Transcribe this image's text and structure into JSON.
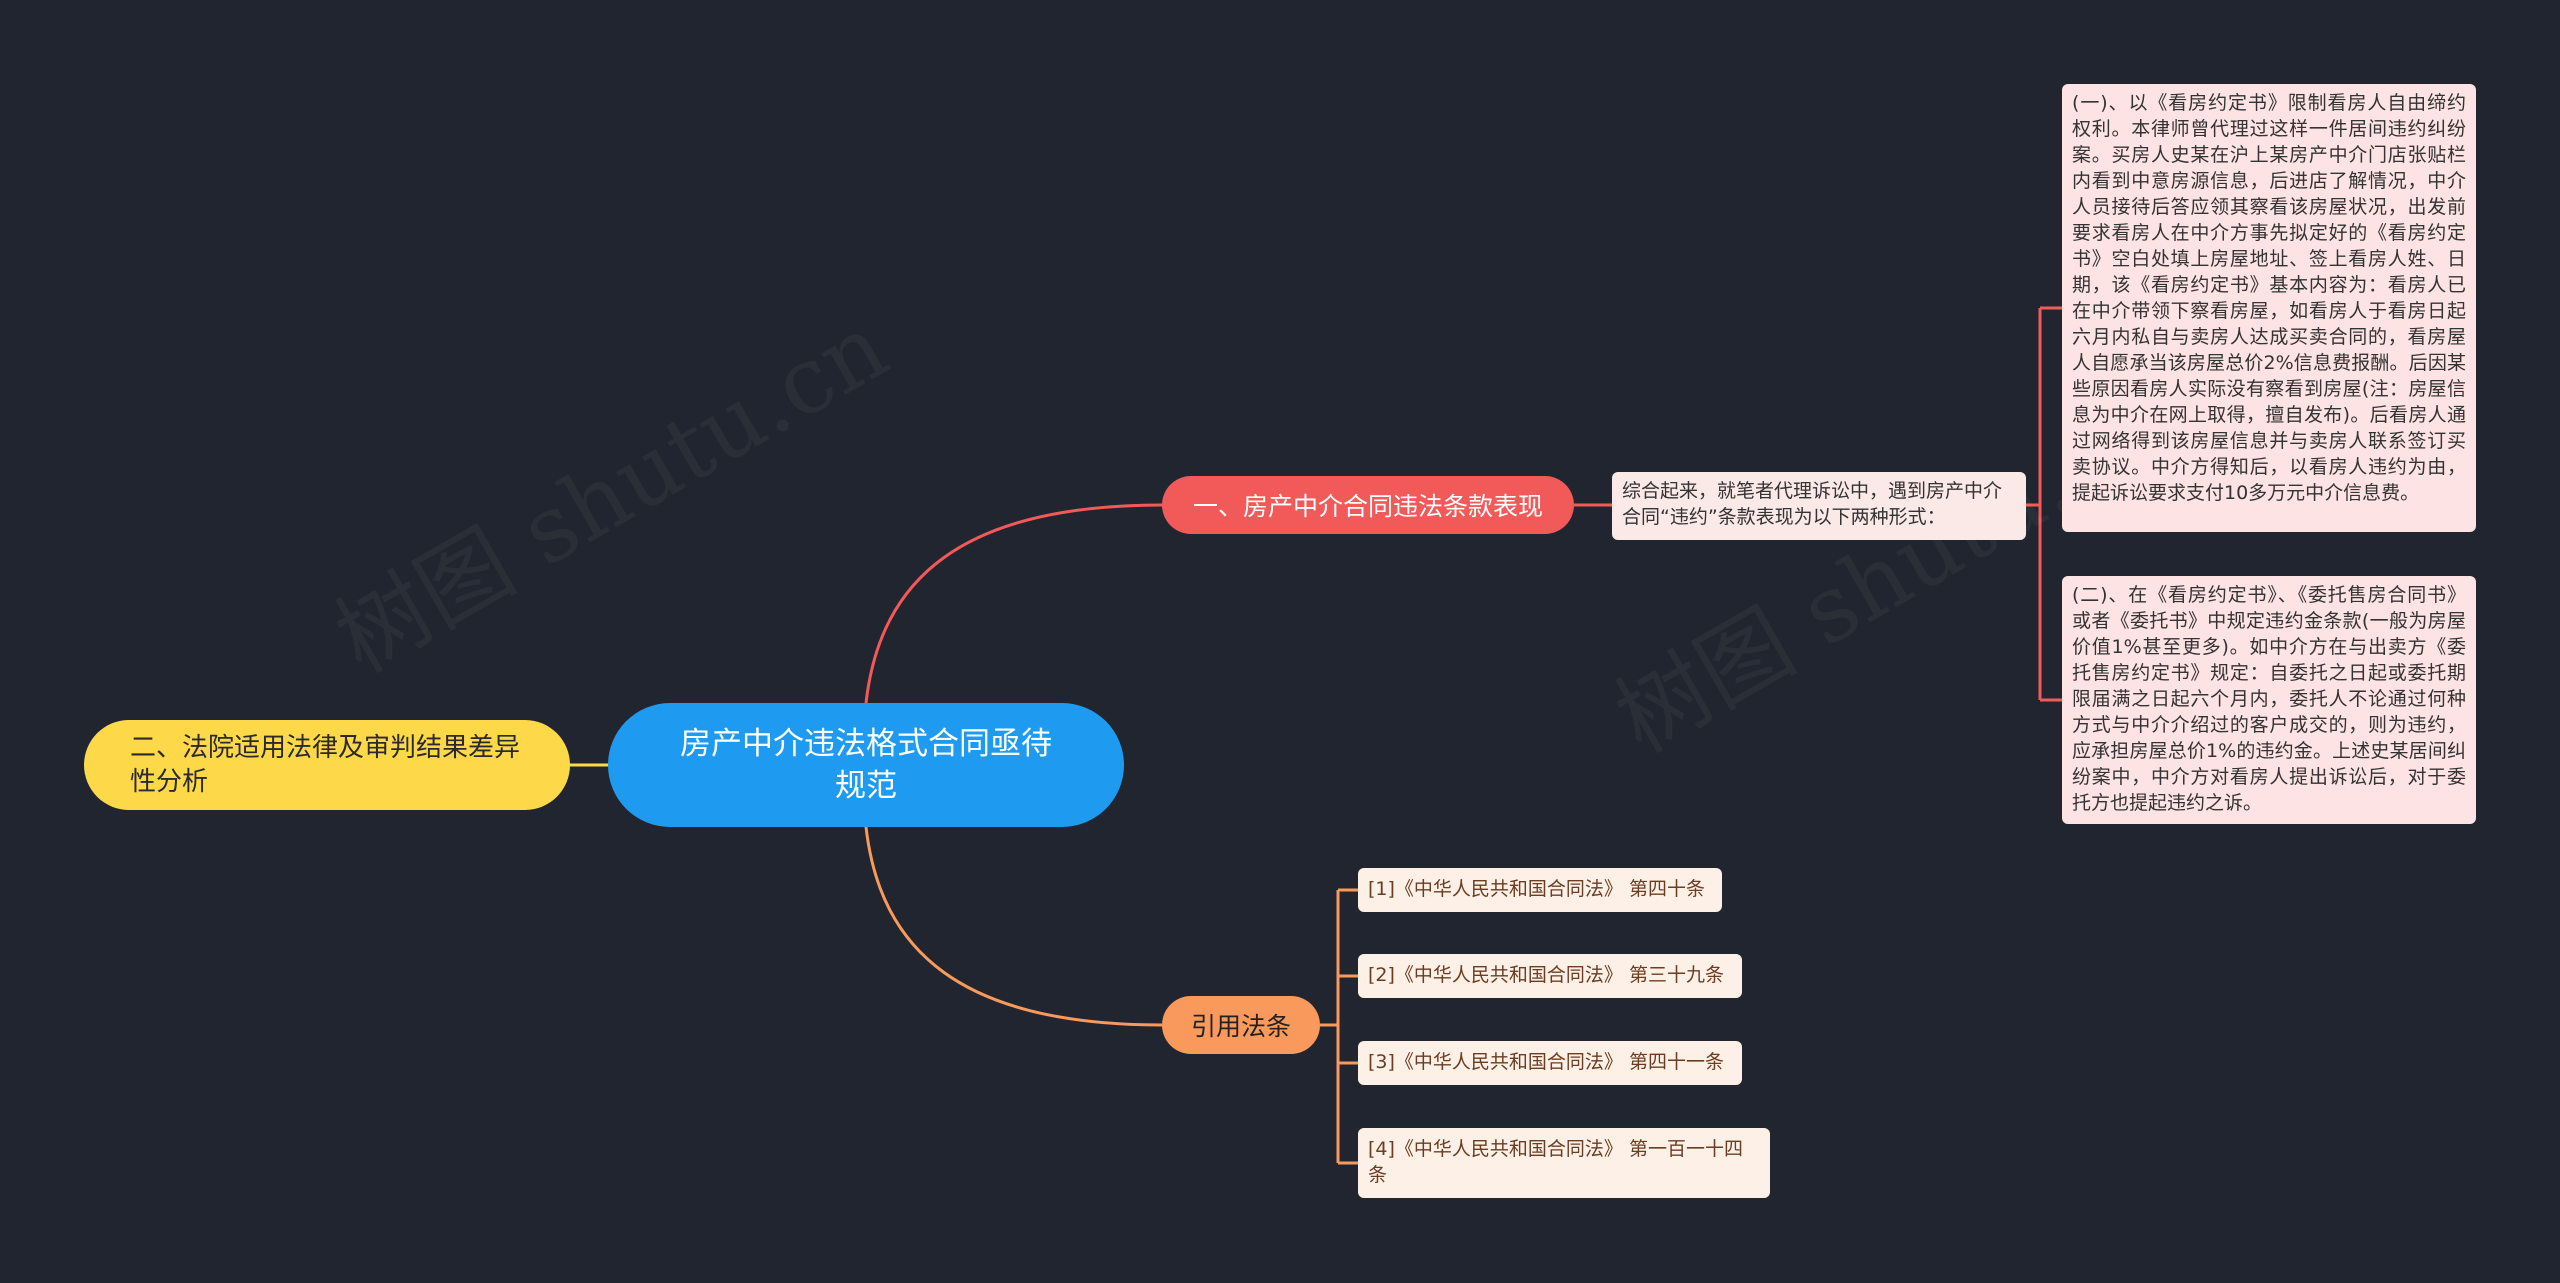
{
  "root": {
    "label": "房产中介违法格式合同亟待规范"
  },
  "left_branch": {
    "label": "二、法院适用法律及审判结果差异性分析"
  },
  "branch_violation": {
    "label": "一、房产中介合同违法条款表现",
    "summary": "综合起来，就笔者代理诉讼中，遇到房产中介合同“违约”条款表现为以下两种形式：",
    "items": [
      "(一)、以《看房约定书》限制看房人自由缔约权利。本律师曾代理过这样一件居间违约纠纷案。买房人史某在沪上某房产中介门店张贴栏内看到中意房源信息，后进店了解情况，中介人员接待后答应领其察看该房屋状况，出发前要求看房人在中介方事先拟定好的《看房约定书》空白处填上房屋地址、签上看房人姓、日期，该《看房约定书》基本内容为：看房人已在中介带领下察看房屋，如看房人于看房日起六月内私自与卖房人达成买卖合同的，看房屋人自愿承当该房屋总价2%信息费报酬。后因某些原因看房人实际没有察看到房屋(注：房屋信息为中介在网上取得，擅自发布)。后看房人通过网络得到该房屋信息并与卖房人联系签订买卖协议。中介方得知后，以看房人违约为由，提起诉讼要求支付10多万元中介信息费。",
      "(二)、在《看房约定书》、《委托售房合同书》或者《委托书》中规定违约金条款(一般为房屋价值1%甚至更多)。如中介方在与出卖方《委托售房约定书》规定：自委托之日起或委托期限届满之日起六个月内，委托人不论通过何种方式与中介介绍过的客户成交的，则为违约，应承担房屋总价1%的违约金。上述史某居间纠纷案中，中介方对看房人提出诉讼后，对于委托方也提起违约之诉。"
    ]
  },
  "branch_refs": {
    "label": "引用法条",
    "items": [
      "[1]《中华人民共和国合同法》 第四十条",
      "[2]《中华人民共和国合同法》 第三十九条",
      "[3]《中华人民共和国合同法》 第四十一条",
      "[4]《中华人民共和国合同法》 第一百一十四条"
    ]
  },
  "watermark": {
    "text": "树图 shutu.cn"
  },
  "colors": {
    "background": "#21252f",
    "root": "#1e9bf0",
    "left_branch": "#fdd94a",
    "violation_branch": "#f25a5a",
    "refs_branch": "#f99a5c",
    "violation_cards": "#fde3e3",
    "ref_cards": "#fdf0e6"
  }
}
